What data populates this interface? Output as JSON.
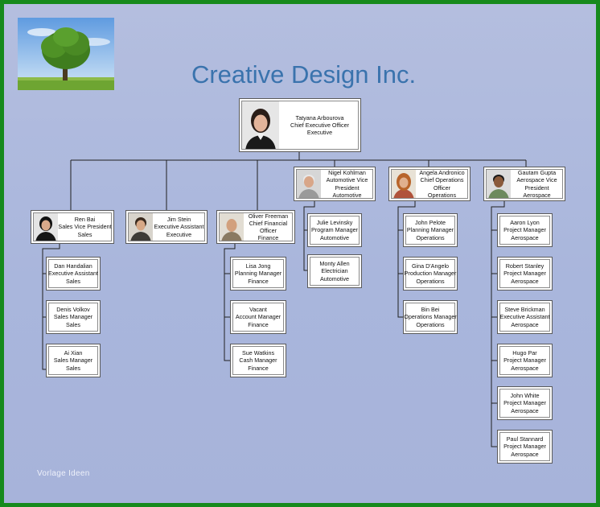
{
  "title": "Creative Design Inc.",
  "watermark": "Vorlage Ideen",
  "colors": {
    "frame": "#168a1c",
    "background": "#b0bbde",
    "title": "#3a73ad"
  },
  "org": {
    "ceo": {
      "name": "Tatyana Arbourova",
      "title": "Chief Executive Officer",
      "dept": "Executive"
    },
    "ren": {
      "name": "Ren Bai",
      "title": "Sales Vice President",
      "dept": "Sales"
    },
    "jim": {
      "name": "Jim Stein",
      "title": "Executive Assistant",
      "dept": "Executive"
    },
    "oliver": {
      "name": "Oliver Freeman",
      "title1": "Chief Financial",
      "title2": "Officer",
      "dept": "Finance"
    },
    "nigel": {
      "name": "Nigel Kohlman",
      "title1": "Automotive Vice",
      "title2": "President",
      "dept": "Automotive"
    },
    "angela": {
      "name": "Angela Andronico",
      "title1": "Chief Operations",
      "title2": "Officer",
      "dept": "Operations"
    },
    "gautam": {
      "name": "Gautam Gupta",
      "title1": "Aerospace Vice",
      "title2": "President",
      "dept": "Aerospace"
    },
    "sales": [
      {
        "name": "Dan Handalian",
        "title": "Executive Assistant",
        "dept": "Sales"
      },
      {
        "name": "Denis Volkov",
        "title": "Sales Manager",
        "dept": "Sales"
      },
      {
        "name": "Ai Xian",
        "title": "Sales Manager",
        "dept": "Sales"
      }
    ],
    "finance": [
      {
        "name": "Lisa Jong",
        "title": "Planning Manager",
        "dept": "Finance"
      },
      {
        "name": "Vacant",
        "title": "Account Manager",
        "dept": "Finance"
      },
      {
        "name": "Sue Watkins",
        "title": "Cash Manager",
        "dept": "Finance"
      }
    ],
    "automotive": [
      {
        "name": "Julie Levinsky",
        "title": "Program Manager",
        "dept": "Automotive"
      },
      {
        "name": "Monty Allen",
        "title": "Electrician",
        "dept": "Automotive"
      }
    ],
    "operations": [
      {
        "name": "John Pelote",
        "title": "Planning Manager",
        "dept": "Operations"
      },
      {
        "name": "Gina D'Angelo",
        "title": "Production Manager",
        "dept": "Operations"
      },
      {
        "name": "Bin Bei",
        "title": "Operations Manager",
        "dept": "Operations"
      }
    ],
    "aerospace": [
      {
        "name": "Aaron Lyon",
        "title": "Project Manager",
        "dept": "Aerospace"
      },
      {
        "name": "Robert Stanley",
        "title": "Project Manager",
        "dept": "Aerospace"
      },
      {
        "name": "Steve Brickman",
        "title": "Executive Assistant",
        "dept": "Aerospace"
      },
      {
        "name": "Hugo Par",
        "title": "Project Manager",
        "dept": "Aerospace"
      },
      {
        "name": "John White",
        "title": "Project Manager",
        "dept": "Aerospace"
      },
      {
        "name": "Paul Stannard",
        "title": "Project Manager",
        "dept": "Aerospace"
      }
    ]
  }
}
